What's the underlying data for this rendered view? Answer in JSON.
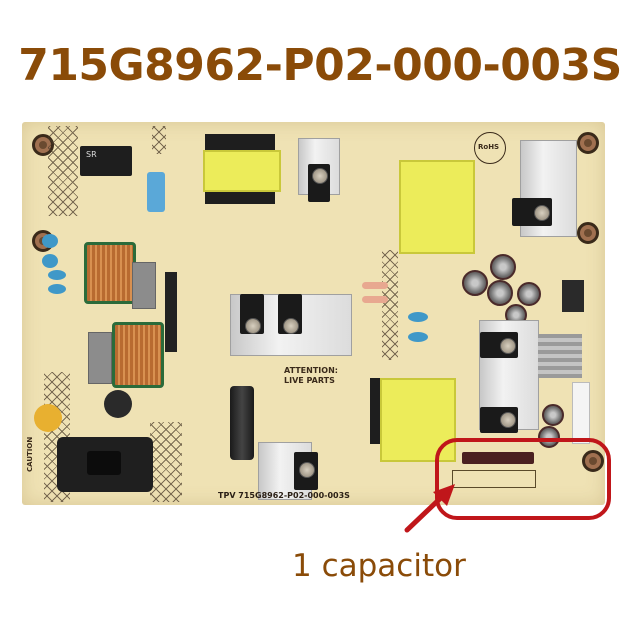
{
  "title": "715G8962-P02-000-003S",
  "board": {
    "silkscreen_model": "TPV 715G8962-P02-000-003S",
    "rohs_mark": "RoHS",
    "attention_line1": "ATTENTION:",
    "attention_line2": "LIVE PARTS",
    "caution_label": "CAUTION",
    "bridge_label": "SR"
  },
  "annotation": {
    "caption": "1 capacitor",
    "highlight_color": "#c0161a",
    "text_color": "#8a4b08"
  }
}
